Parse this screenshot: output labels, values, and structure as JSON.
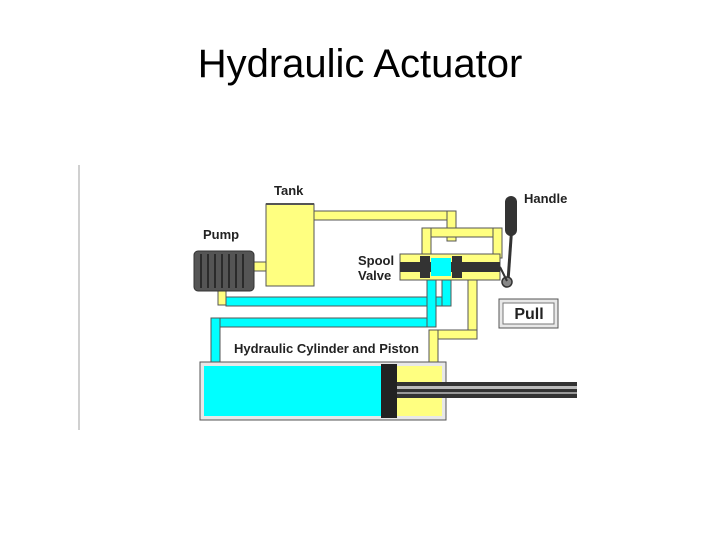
{
  "slide": {
    "title": "Hydraulic Actuator"
  },
  "diagram": {
    "labels": {
      "tank": "Tank",
      "handle": "Handle",
      "pump": "Pump",
      "spool_line1": "Spool",
      "spool_line2": "Valve",
      "pull_button": "Pull",
      "cylinder": "Hydraulic Cylinder and Piston"
    },
    "colors": {
      "fluid_low_pressure": "#ffff80",
      "fluid_high_pressure": "#00ffff",
      "outline": "#555555",
      "pump_body": "#555555",
      "spool_body": "#333333",
      "piston": "#222222",
      "rod": "#333333"
    },
    "icons": [
      "pump-icon",
      "handle-lever-icon",
      "spool-valve-icon",
      "cylinder-icon"
    ]
  }
}
